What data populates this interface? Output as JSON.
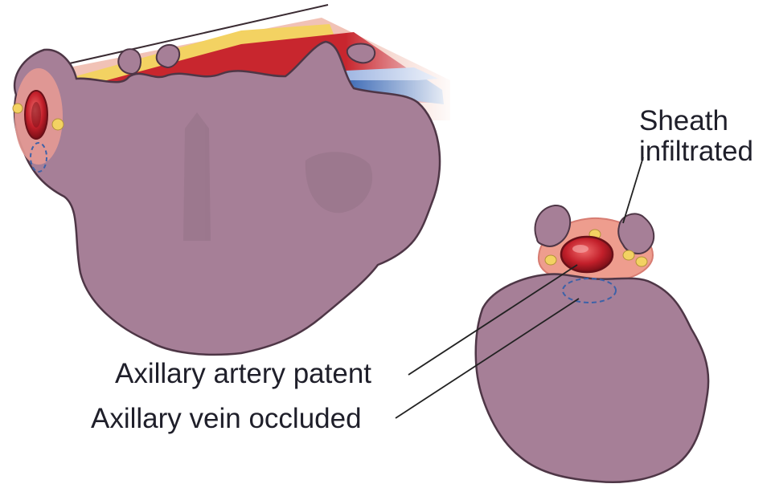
{
  "labels": {
    "sheath_line1": "Sheath",
    "sheath_line2": "infiltrated",
    "artery": "Axillary artery patent",
    "vein": "Axillary vein occluded"
  },
  "colors": {
    "tumor_fill": "#a67f97",
    "tumor_outline": "#4e3646",
    "artery_red": "#c8262e",
    "vein_blue": "#3b69b5",
    "nerve_yellow": "#f2d15a",
    "sheath_pink": "#e59a94",
    "occluded_vein_dash": "#3d62a8",
    "leader_line": "#222222"
  }
}
